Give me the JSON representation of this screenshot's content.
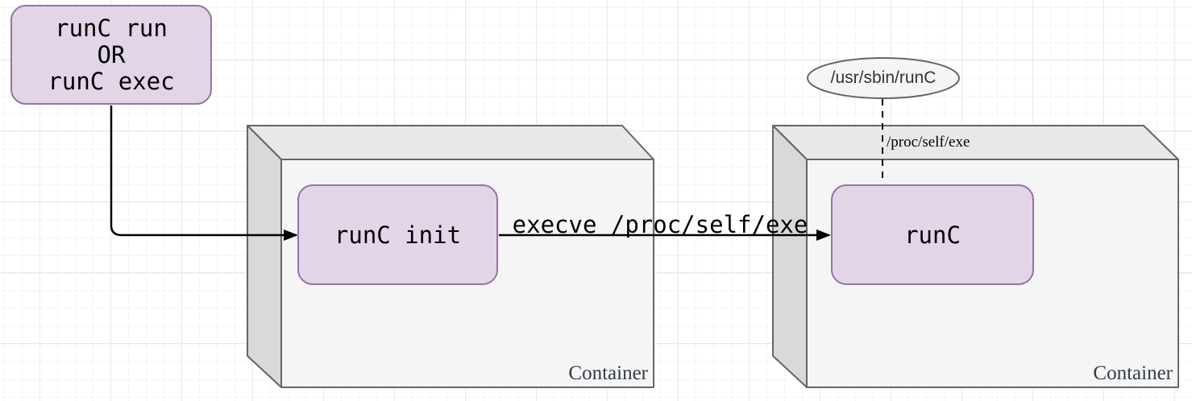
{
  "diagram": {
    "nodes": {
      "command_box": {
        "label": "runC run\nOR\nrunC exec"
      },
      "runc_init": {
        "label": "runC init"
      },
      "runc": {
        "label": "runC"
      },
      "runc_binary_ellipse": {
        "label": "/usr/sbin/runC"
      }
    },
    "containers": [
      {
        "label": "Container"
      },
      {
        "label": "Container"
      }
    ],
    "edge_labels": {
      "execve": "execve /proc/self/exe",
      "proc_self_exe": "/proc/self/exe"
    },
    "colors": {
      "node_fill": "#e1d5e7",
      "node_stroke": "#9673a6",
      "cube_front_fill": "#f5f5f5",
      "cube_top_fill": "#e8e8e8",
      "cube_side_fill": "#d9d9d9",
      "cube_stroke": "#666666",
      "ellipse_fill": "#f5f5f5",
      "ellipse_stroke": "#666666",
      "arrow_color": "#000000",
      "container_label_color": "#323c46"
    }
  }
}
